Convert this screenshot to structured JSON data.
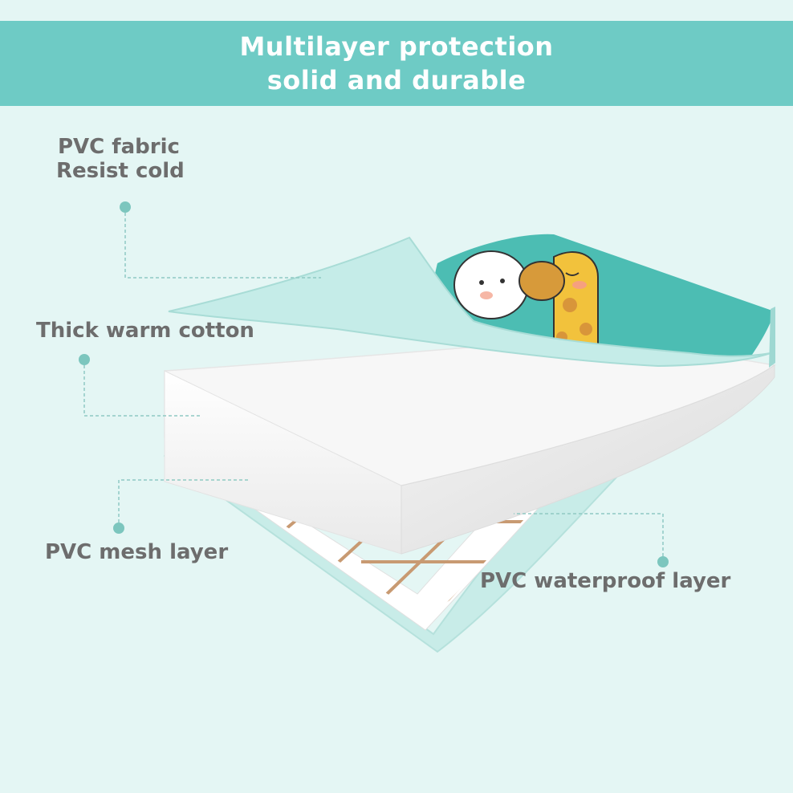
{
  "header": {
    "line1": "Multilayer protection",
    "line2": "solid and durable"
  },
  "labels": {
    "pvc_fabric": "PVC fabric",
    "resist_cold": "Resist cold",
    "thick_cotton": "Thick warm cotton",
    "mesh_layer": "PVC mesh layer",
    "waterproof_layer": "PVC waterproof layer"
  },
  "colors": {
    "banner": "#6ecbc5",
    "background": "#e4f6f4",
    "label_text": "#6d6d6d",
    "leader": "#8fc9c3",
    "fabric_top": "#bfeae6",
    "print_bg": "#4cbdb3",
    "mesh_grid": "#c89a72",
    "giraffe": "#f2c23c"
  },
  "icons": {
    "callout_dot": "dot",
    "cartoon": "giraffe-print"
  }
}
